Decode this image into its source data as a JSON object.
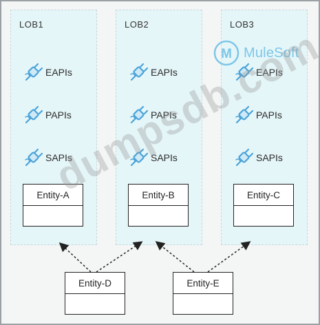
{
  "lobs": [
    {
      "label": "LOB1",
      "apis": [
        "EAPIs",
        "PAPIs",
        "SAPIs"
      ],
      "entity": "Entity-A"
    },
    {
      "label": "LOB2",
      "apis": [
        "EAPIs",
        "PAPIs",
        "SAPIs"
      ],
      "entity": "Entity-B"
    },
    {
      "label": "LOB3",
      "apis": [
        "EAPIs",
        "PAPIs",
        "SAPIs"
      ],
      "entity": "Entity-C"
    }
  ],
  "shared_entities": [
    "Entity-D",
    "Entity-E"
  ],
  "connections": [
    {
      "from": "Entity-D",
      "to": "Entity-A",
      "style": "dotted"
    },
    {
      "from": "Entity-D",
      "to": "Entity-B",
      "style": "dotted"
    },
    {
      "from": "Entity-E",
      "to": "Entity-B",
      "style": "dotted"
    },
    {
      "from": "Entity-E",
      "to": "Entity-C",
      "style": "dotted"
    }
  ],
  "brand": {
    "text": "MuleSoft",
    "logo_letter": "M",
    "color": "#7cc6e8"
  },
  "watermark": "dumpsdb.com",
  "colors": {
    "lob_background": "#e5f6f9",
    "api_icon": "#4aa3d8"
  }
}
